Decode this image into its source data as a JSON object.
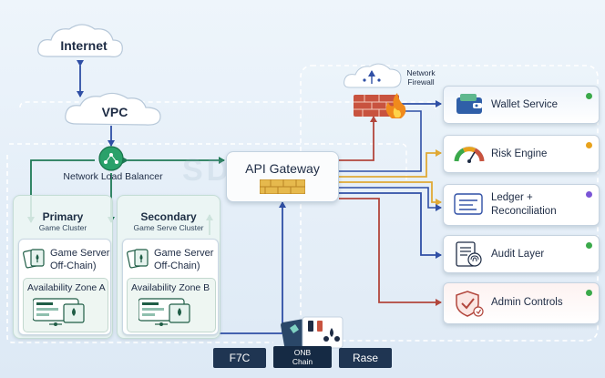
{
  "nodes": {
    "internet": "Internet",
    "vpc": "VPC",
    "network_firewall": "Network\nFirewall",
    "network_load_balancer": "Network Load Balancer",
    "api_gateway": "API Gateway",
    "watermark": "SDC"
  },
  "clusters": {
    "primary": {
      "title": "Primary",
      "subtitle": "Game Cluster",
      "server": "Game Server\nOff-Chain)",
      "zone": "Availability Zone A"
    },
    "secondary": {
      "title": "Secondary",
      "subtitle": "Game Serve Cluster",
      "server": "Game Server\nOff-Chain)",
      "zone": "Availability Zone B"
    }
  },
  "services": [
    {
      "id": "wallet",
      "label": "Wallet Service",
      "icon": "wallet-icon",
      "dot": "#3aa94a"
    },
    {
      "id": "risk",
      "label": "Risk Engine",
      "icon": "gauge-icon",
      "dot": "#e8a21c"
    },
    {
      "id": "ledger",
      "label": "Ledger +\nReconciliation",
      "icon": "ledger-icon",
      "dot": "#7a55d6"
    },
    {
      "id": "audit",
      "label": "Audit Layer",
      "icon": "fingerprint-icon",
      "dot": "#3aa94a"
    },
    {
      "id": "admin",
      "label": "Admin Controls",
      "icon": "shield-check-icon",
      "dot": "#3aa94a"
    }
  ],
  "bottom_bar": {
    "f7c": "F7C",
    "on_chain": "ONB\nChain",
    "rase": "Rase"
  },
  "colors": {
    "arrow_blue": "#2f4fa5",
    "arrow_green": "#1f7a56",
    "arrow_gold": "#e7b43c",
    "arrow_red": "#b2463c",
    "dark_button": "#1f3552",
    "firewall_red": "#c8533f"
  }
}
